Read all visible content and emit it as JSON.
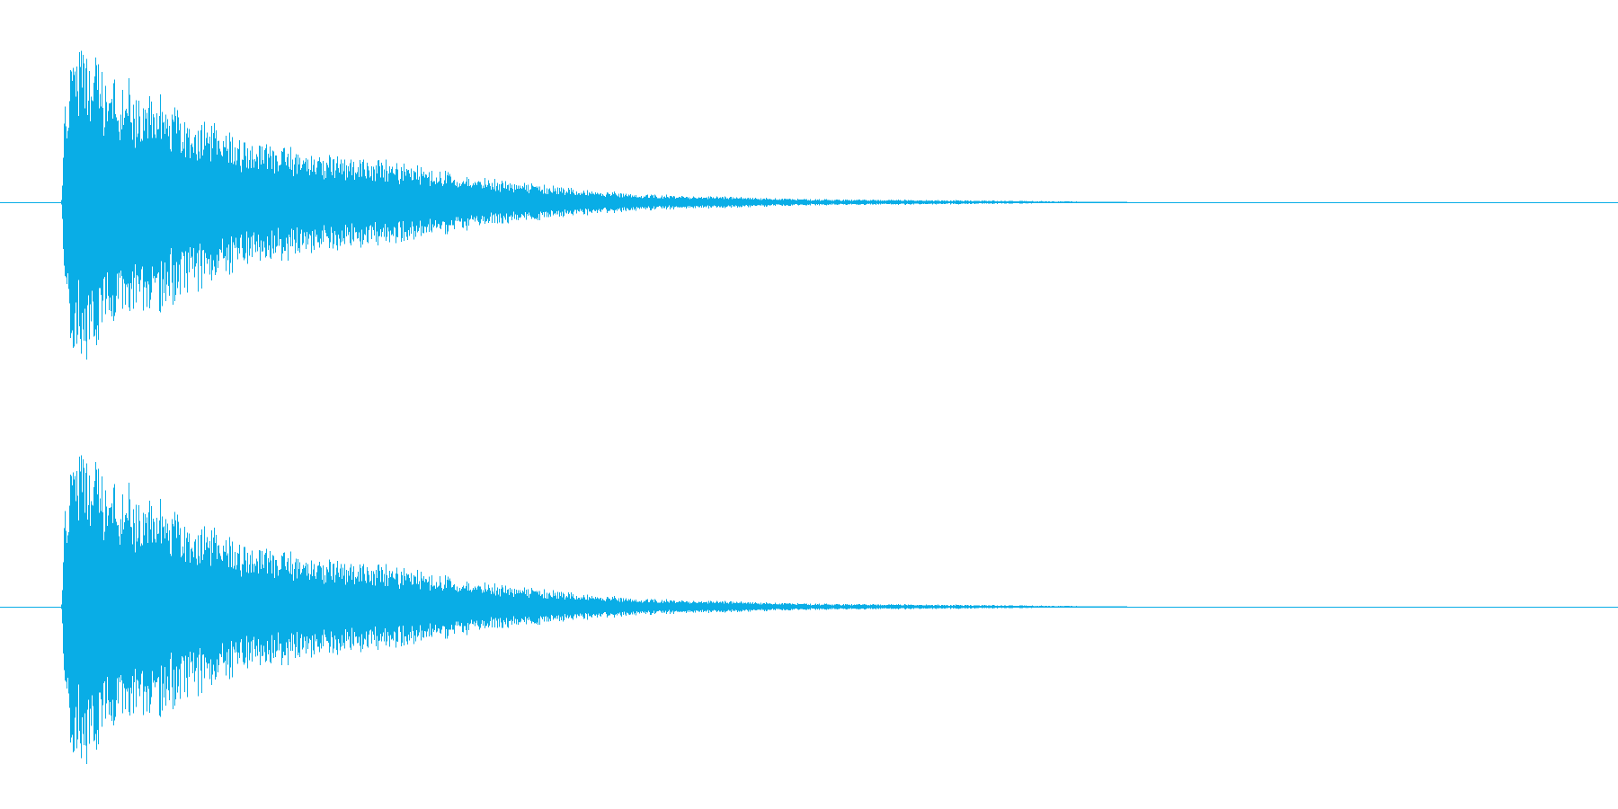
{
  "chart_data": {
    "type": "line",
    "title": "",
    "xlabel": "",
    "ylabel": "",
    "xlim": [
      0,
      1
    ],
    "ylim": [
      -1,
      1
    ],
    "grid": false,
    "legend": "none",
    "colors": {
      "wave": "#09ade6",
      "background": "#ffffff"
    },
    "series": [
      {
        "envelope": {
          "t": [
            0.0,
            0.038,
            0.041,
            0.05,
            0.07,
            0.09,
            0.11,
            0.13,
            0.15,
            0.2,
            0.25,
            0.3,
            0.35,
            0.4,
            0.5,
            0.6,
            0.66,
            0.7,
            1.0
          ],
          "amp": [
            0.0,
            0.0,
            0.9,
            1.0,
            0.85,
            0.72,
            0.6,
            0.5,
            0.4,
            0.32,
            0.24,
            0.15,
            0.09,
            0.05,
            0.02,
            0.012,
            0.006,
            0.0,
            0.0
          ]
        }
      },
      {
        "envelope": {
          "t": [
            0.0,
            0.038,
            0.041,
            0.05,
            0.07,
            0.09,
            0.11,
            0.13,
            0.15,
            0.2,
            0.25,
            0.3,
            0.35,
            0.4,
            0.5,
            0.6,
            0.66,
            0.7,
            1.0
          ],
          "amp": [
            0.0,
            0.0,
            0.9,
            1.0,
            0.85,
            0.72,
            0.6,
            0.5,
            0.4,
            0.32,
            0.24,
            0.15,
            0.09,
            0.05,
            0.02,
            0.012,
            0.006,
            0.0,
            0.0
          ]
        }
      }
    ]
  }
}
